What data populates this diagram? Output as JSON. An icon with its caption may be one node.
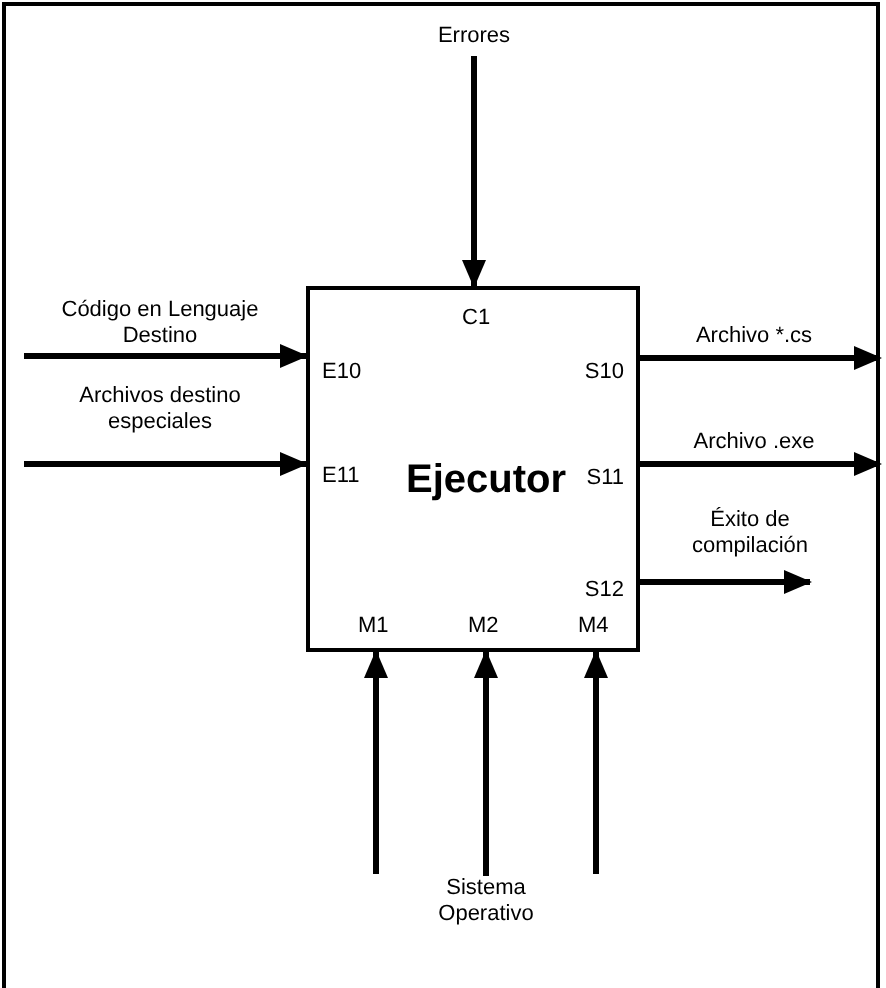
{
  "diagram": {
    "nodes": [
      {
        "text": [
          "Errores"
        ]
      },
      {
        "text": [
          "C1",
          "E10",
          "E11",
          "Ejecutor",
          "S10",
          "S11",
          "S12",
          "M1",
          "M2",
          "M4"
        ]
      },
      {
        "text": [
          "Sistema Operativo"
        ]
      }
    ],
    "edges": [
      {
        "from": 0,
        "to": 1,
        "arrow": "to"
      },
      {
        "from": null,
        "to": 1,
        "arrow": "to",
        "label": "Código en Lenguaje Destino"
      },
      {
        "from": null,
        "to": 1,
        "arrow": "to",
        "label": "Archivos destino especiales"
      },
      {
        "from": 1,
        "to": null,
        "arrow": "to",
        "label": "Archivo *.cs"
      },
      {
        "from": 1,
        "to": null,
        "arrow": "to",
        "label": "Archivo .exe"
      },
      {
        "from": 1,
        "to": null,
        "arrow": "to",
        "label": "Éxito de compilación"
      },
      {
        "from": null,
        "to": 1,
        "arrow": "to"
      },
      {
        "from": 2,
        "to": 1,
        "arrow": "to"
      },
      {
        "from": null,
        "to": 1,
        "arrow": "to"
      }
    ]
  }
}
